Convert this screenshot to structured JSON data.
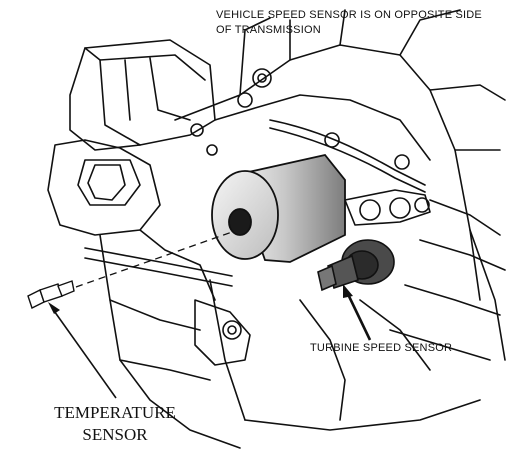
{
  "labels": {
    "vss_line1": "VEHICLE SPEED SENSOR IS ON OPPOSITE SIDE",
    "vss_line2": "OF TRANSMISSION",
    "turbine": "TURBINE SPEED SENSOR",
    "temp_line1": "TEMPERATURE",
    "temp_line2": "SENSOR"
  },
  "colors": {
    "ink": "#111111",
    "sensor_body_light": "#e6e6e6",
    "sensor_body_dark": "#8a8a8a",
    "sensor_hole": "#1a1a1a"
  }
}
